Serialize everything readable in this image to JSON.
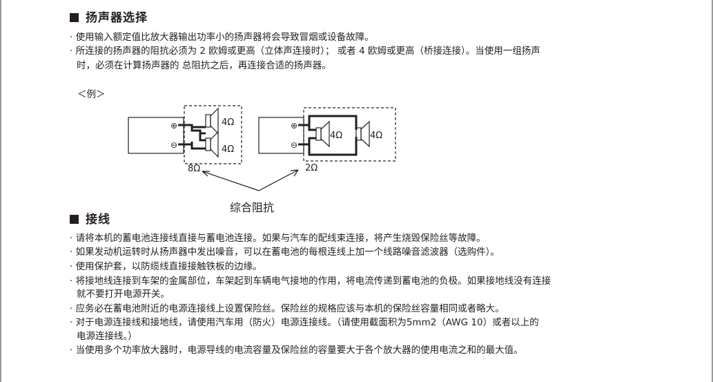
{
  "sections": {
    "speaker": {
      "title": "扬声器选择",
      "lines": [
        "· 使用输入额定值比放大器输出功率小的扬声器将会导致冒烟或设备故障。",
        "· 所连接的扬声器的阻抗必须为 2 欧姆或更高（立体声连接时）； 或者 4 欧姆或更高（桥接连接）。当使用一组扬声",
        "时，必须在计算扬声器的 总阻抗之后，再连接合适的扬声器。"
      ]
    },
    "example": {
      "label": "＜例＞",
      "series_diagram": {
        "speaker_top": "4Ω",
        "speaker_bottom": "4Ω",
        "total": "8Ω"
      },
      "parallel_diagram": {
        "speaker_left": "4Ω",
        "speaker_right": "4Ω",
        "total": "2Ω"
      },
      "plus_symbol": "⊕",
      "minus_symbol": "⊖",
      "impedance_label": "综合阻抗"
    },
    "wiring": {
      "title": "接线",
      "lines": [
        "· 请将本机的蓄电池连接线直接与蓄电池连接。如果与汽车的配线束连接，将产生烧毁保险丝等故障。",
        "· 如果发动机运转时从扬声器中发出噪音，可以在蓄电池的每根连线上加一个线路噪音滤波器（选购件）。",
        "· 使用保护套，以防缆线直接接触铁板的边缘。",
        "· 将接地线连接到车架的金属部位，车架起到车辆电气接地的作用，将电流传递到蓄电池的负极。如果接地线没有连接",
        "就不要打开电源开关。",
        "· 应务必在蓄电池附近的电源连接线上设置保险丝。保险丝的规格应该与本机的保险丝容量相同或者略大。",
        "· 对于电源连接线和接地线，请使用汽车用（防火）电源连接线。（请使用截面积为5mm2（AWG 10）或者以上的",
        "电源连接线。）",
        "· 当使用多个功率放大器时，电源导线的电流容量及保险丝的容量要大于各个放大器的使用电流之和的最大值。"
      ]
    }
  }
}
